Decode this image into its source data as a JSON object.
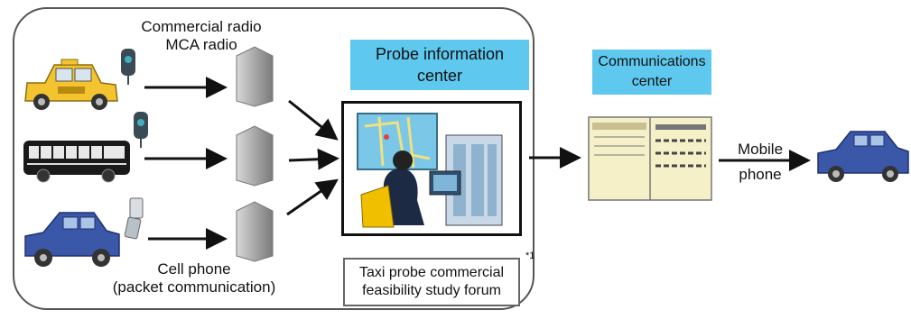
{
  "labels": {
    "radio_line1": "Commercial radio",
    "radio_line2": "MCA radio",
    "cell_line1": "Cell phone",
    "cell_line2": "(packet communication)",
    "probe_center_line1": "Probe information",
    "probe_center_line2": "center",
    "comm_center_line1": "Communications",
    "comm_center_line2": "center",
    "mobile_line1": "Mobile",
    "mobile_line2": "phone",
    "forum_line1": "Taxi probe commercial",
    "forum_line2": "feasibility study forum",
    "footnote": "*1"
  },
  "colors": {
    "accent_cyan": "#5ec8ee",
    "taxi_yellow": "#f4c430",
    "car_blue": "#3a57a8",
    "bus_black": "#1a1a1a",
    "building_gray": "#9a9a9a",
    "comm_panel": "#f5f0c8"
  },
  "icons": [
    "taxi-icon",
    "bus-icon",
    "blue-car-icon",
    "radio-handset-icon",
    "cell-phone-icon",
    "building-icon",
    "operator-computer-icon",
    "communications-panel-icon"
  ]
}
